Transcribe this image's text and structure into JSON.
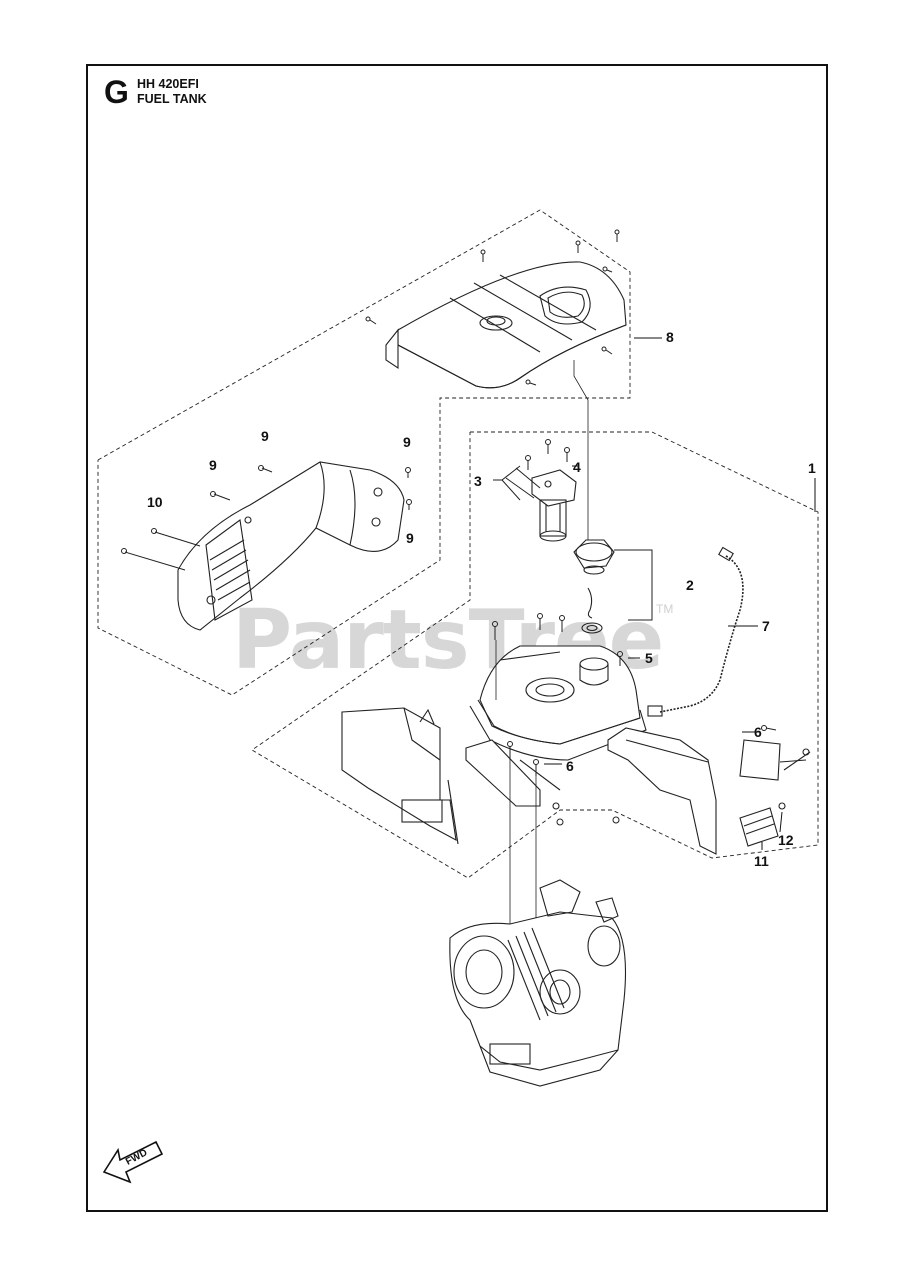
{
  "header": {
    "section_letter": "G",
    "model": "HH 420EFI",
    "title": "FUEL TANK"
  },
  "watermark": {
    "text": "PartsTree",
    "tm": "TM"
  },
  "fwd_indicator": {
    "label": "FWD"
  },
  "callouts": {
    "c1": "1",
    "c2": "2",
    "c3": "3",
    "c4": "4",
    "c5": "5",
    "c6a": "6",
    "c6b": "6",
    "c7": "7",
    "c8": "8",
    "c9a": "9",
    "c9b": "9",
    "c9c": "9",
    "c9d": "9",
    "c10": "10",
    "c11": "11",
    "c12": "12"
  },
  "icons": {
    "fwd_arrow": "fwd-arrow-icon"
  }
}
